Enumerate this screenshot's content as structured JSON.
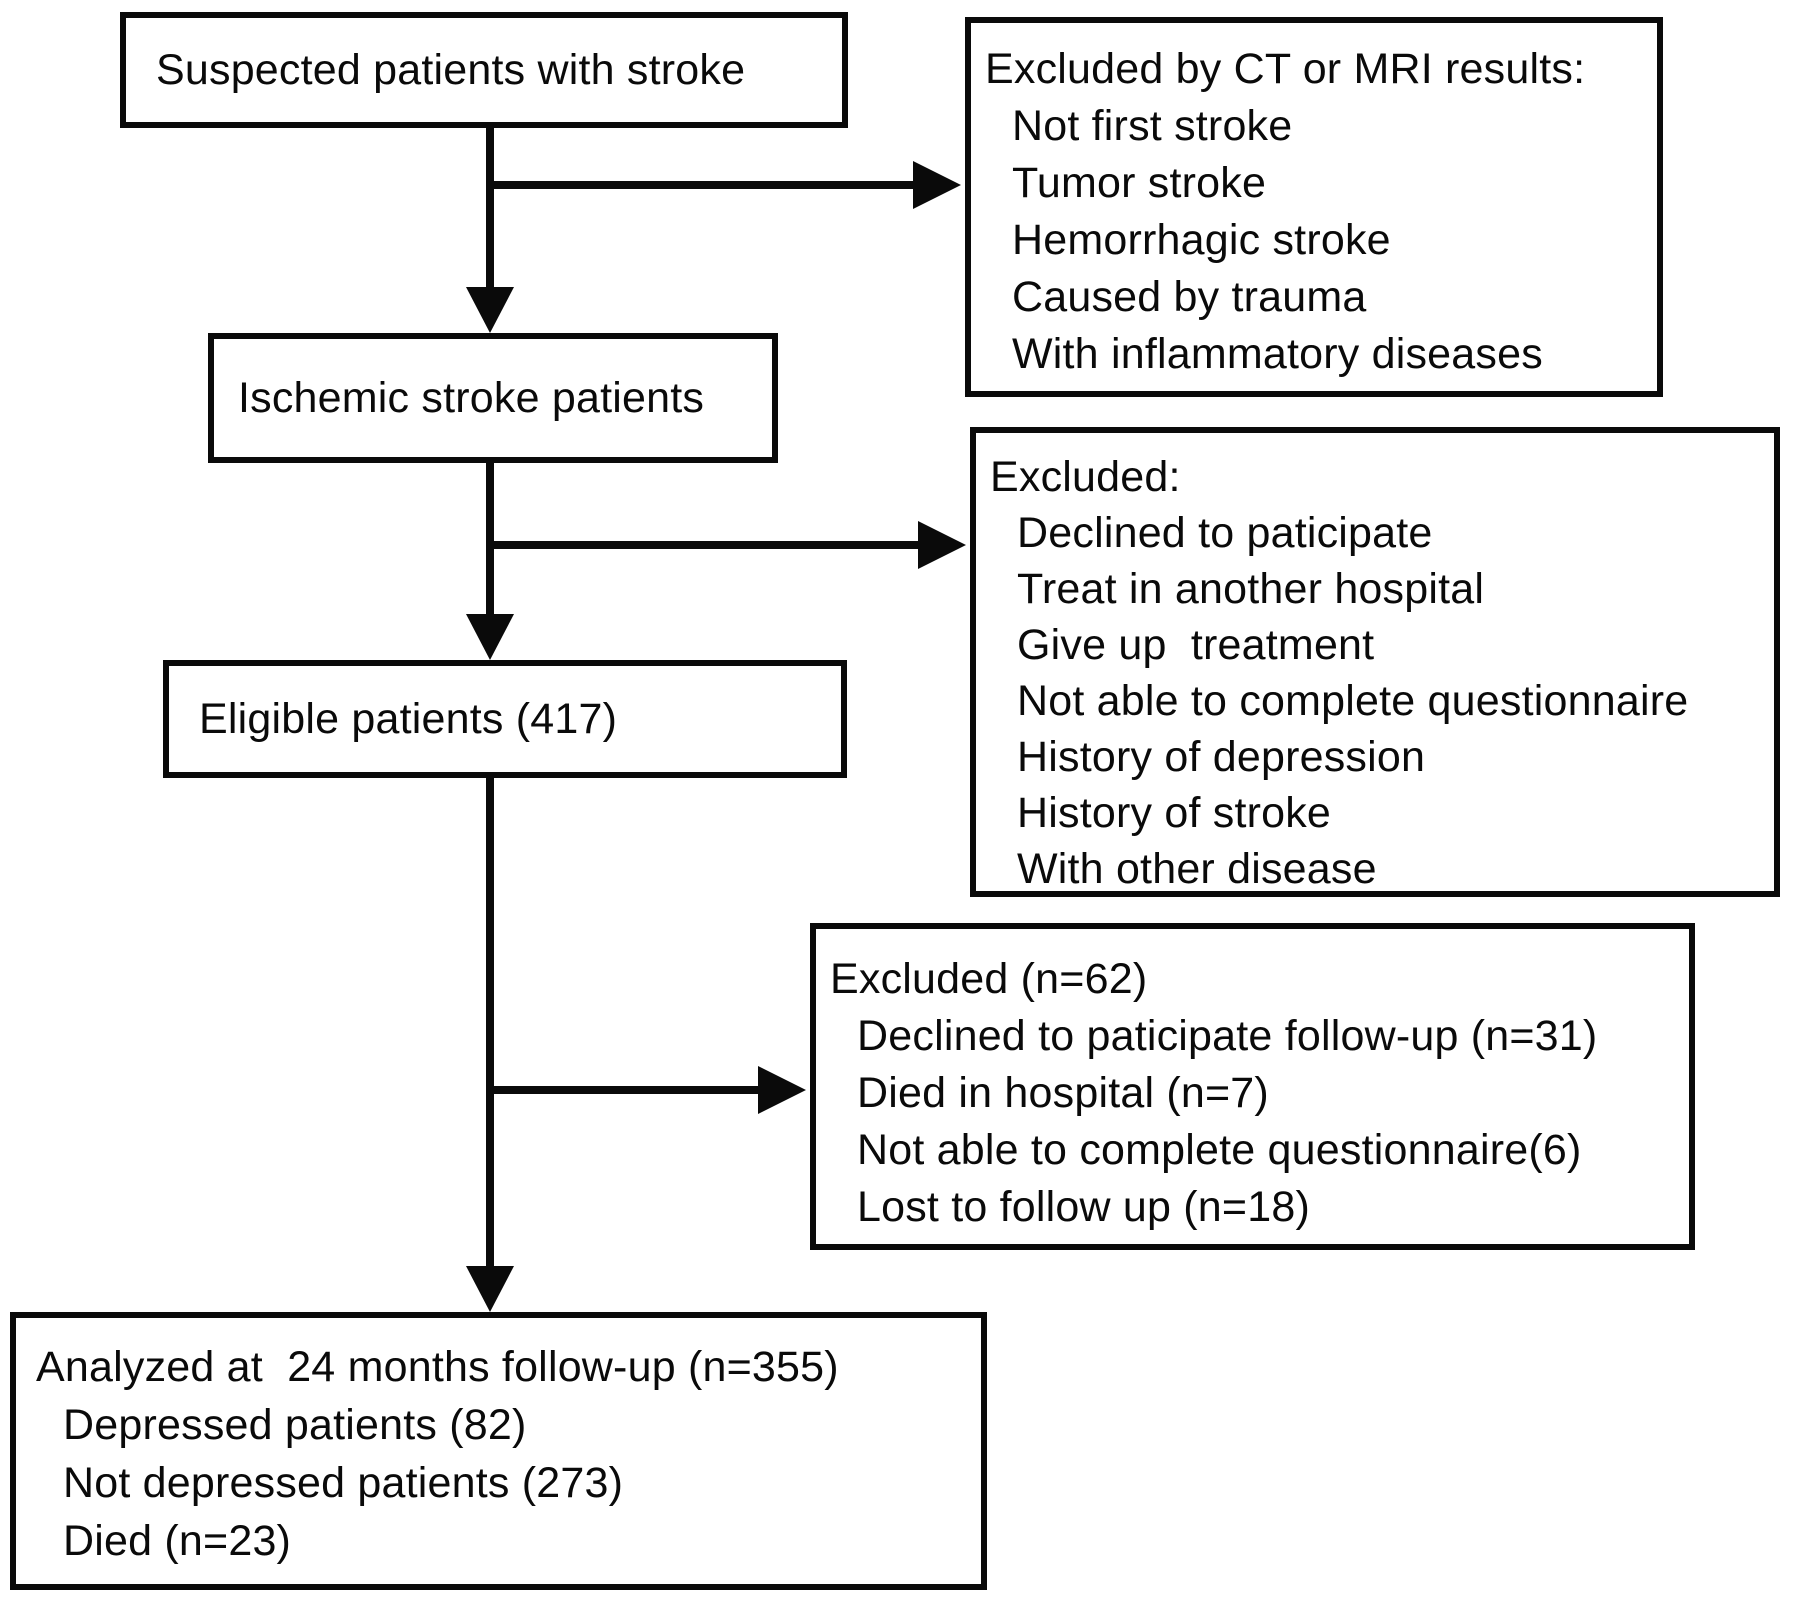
{
  "figure": {
    "type": "patient-flow-diagram",
    "colors": {
      "ink": "#0a0a0a",
      "paper": "#ffffff"
    }
  },
  "boxes": {
    "suspected": {
      "title": "Suspected patients with stroke"
    },
    "excluded_ct": {
      "heading": "Excluded by CT or MRI results:",
      "items": [
        "Not first stroke",
        "Tumor stroke",
        "Hemorrhagic stroke",
        "Caused by trauma",
        "With inflammatory diseases"
      ]
    },
    "ischemic": {
      "title": "Ischemic stroke patients"
    },
    "excluded_enrollment": {
      "heading": "Excluded:",
      "items": [
        "Declined to paticipate",
        "Treat in another hospital",
        "Give up  treatment",
        "Not able to complete questionnaire",
        "History of depression",
        "History of stroke",
        "With other disease"
      ]
    },
    "eligible": {
      "title": "Eligible patients (417)"
    },
    "excluded_followup": {
      "heading": "Excluded (n=62)",
      "items": [
        "Declined to paticipate follow-up (n=31)",
        "Died in hospital (n=7)",
        "Not able to complete questionnaire(6)",
        "Lost to follow up (n=18)"
      ]
    },
    "analyzed": {
      "heading": "Analyzed at  24 months follow-up (n=355)",
      "items": [
        "Depressed patients (82)",
        "Not depressed patients (273)",
        "Died (n=23)"
      ]
    }
  }
}
